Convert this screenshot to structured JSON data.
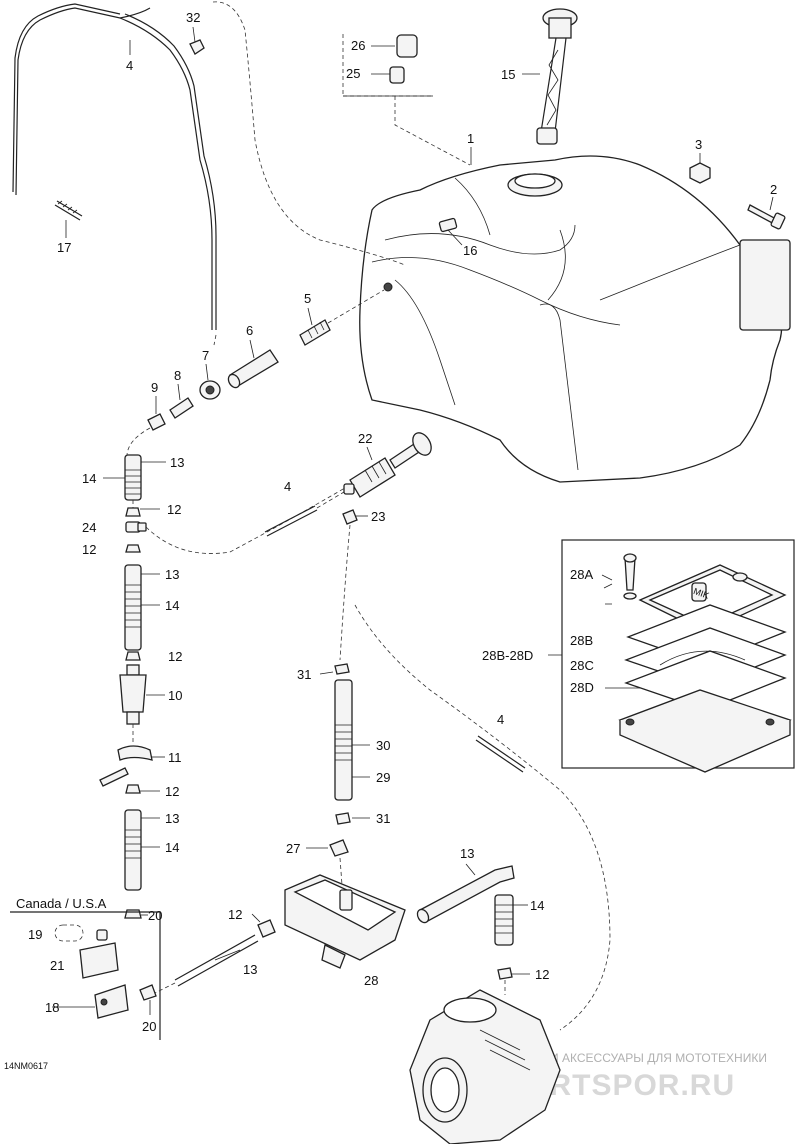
{
  "figure_code": "14NM0617",
  "region_label": "Canada / U.S.A",
  "watermark": {
    "line1": "ЗАПЧАСТИ И АКСЕССУАРЫ ДЛЯ МОТОТЕХНИКИ",
    "line2": "PARTSPOR.RU"
  },
  "pump_decal": "MIK",
  "callouts": [
    {
      "id": "c32",
      "text": "32"
    },
    {
      "id": "c4a",
      "text": "4"
    },
    {
      "id": "c26",
      "text": "26"
    },
    {
      "id": "c25",
      "text": "25"
    },
    {
      "id": "c15",
      "text": "15"
    },
    {
      "id": "c1",
      "text": "1"
    },
    {
      "id": "c3",
      "text": "3"
    },
    {
      "id": "c2",
      "text": "2"
    },
    {
      "id": "c17",
      "text": "17"
    },
    {
      "id": "c16",
      "text": "16"
    },
    {
      "id": "c5",
      "text": "5"
    },
    {
      "id": "c6",
      "text": "6"
    },
    {
      "id": "c7",
      "text": "7"
    },
    {
      "id": "c9",
      "text": "9"
    },
    {
      "id": "c8",
      "text": "8"
    },
    {
      "id": "c13a",
      "text": "13"
    },
    {
      "id": "c14a",
      "text": "14"
    },
    {
      "id": "c22",
      "text": "22"
    },
    {
      "id": "c4b",
      "text": "4"
    },
    {
      "id": "c12a",
      "text": "12"
    },
    {
      "id": "c24",
      "text": "24"
    },
    {
      "id": "c23",
      "text": "23"
    },
    {
      "id": "c12b",
      "text": "12"
    },
    {
      "id": "c13b",
      "text": "13"
    },
    {
      "id": "c14b",
      "text": "14"
    },
    {
      "id": "c12c",
      "text": "12"
    },
    {
      "id": "c10",
      "text": "10"
    },
    {
      "id": "c11",
      "text": "11"
    },
    {
      "id": "c12d",
      "text": "12"
    },
    {
      "id": "c13c",
      "text": "13"
    },
    {
      "id": "c14c",
      "text": "14"
    },
    {
      "id": "c20a",
      "text": "20"
    },
    {
      "id": "c19",
      "text": "19"
    },
    {
      "id": "c21",
      "text": "21"
    },
    {
      "id": "c18",
      "text": "18"
    },
    {
      "id": "c20b",
      "text": "20"
    },
    {
      "id": "c31a",
      "text": "31"
    },
    {
      "id": "c30",
      "text": "30"
    },
    {
      "id": "c29",
      "text": "29"
    },
    {
      "id": "c31b",
      "text": "31"
    },
    {
      "id": "c27",
      "text": "27"
    },
    {
      "id": "c4c",
      "text": "4"
    },
    {
      "id": "c12e",
      "text": "12"
    },
    {
      "id": "c13d",
      "text": "13"
    },
    {
      "id": "c28",
      "text": "28"
    },
    {
      "id": "c13e",
      "text": "13"
    },
    {
      "id": "c14d",
      "text": "14"
    },
    {
      "id": "c12f",
      "text": "12"
    },
    {
      "id": "c28A",
      "text": "28A"
    },
    {
      "id": "c28B",
      "text": "28B"
    },
    {
      "id": "c28range",
      "text": "28B-28D"
    },
    {
      "id": "c28C",
      "text": "28C"
    },
    {
      "id": "c28D",
      "text": "28D"
    }
  ]
}
